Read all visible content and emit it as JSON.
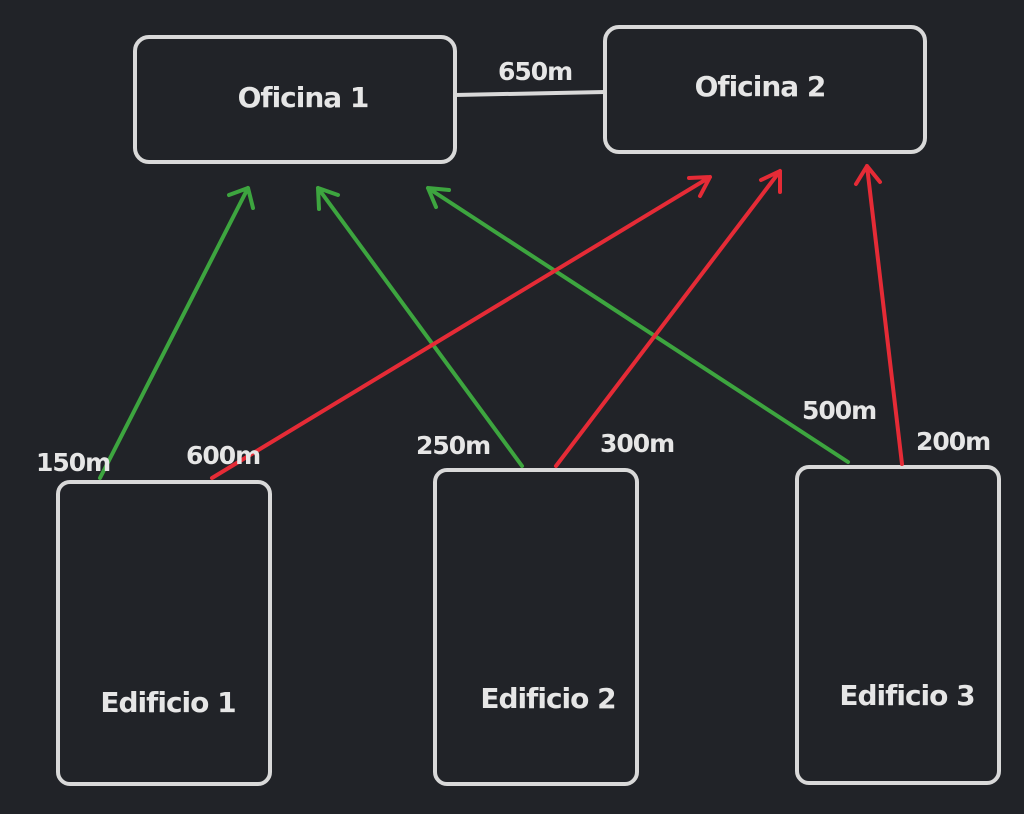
{
  "colors": {
    "background": "#212328",
    "box": "#d9d9d9",
    "text": "#e6e6e6",
    "green": "#3da53f",
    "red": "#e52b36"
  },
  "nodes": {
    "oficina1": "Oficina 1",
    "oficina2": "Oficina 2",
    "edificio1": "Edificio 1",
    "edificio2": "Edificio 2",
    "edificio3": "Edificio 3"
  },
  "links": {
    "oficina1_oficina2": "650m",
    "edificio1_oficina1": "150m",
    "edificio1_oficina2": "600m",
    "edificio2_oficina1": "250m",
    "edificio2_oficina2": "300m",
    "edificio3_oficina1": "500m",
    "edificio3_oficina2": "200m"
  }
}
